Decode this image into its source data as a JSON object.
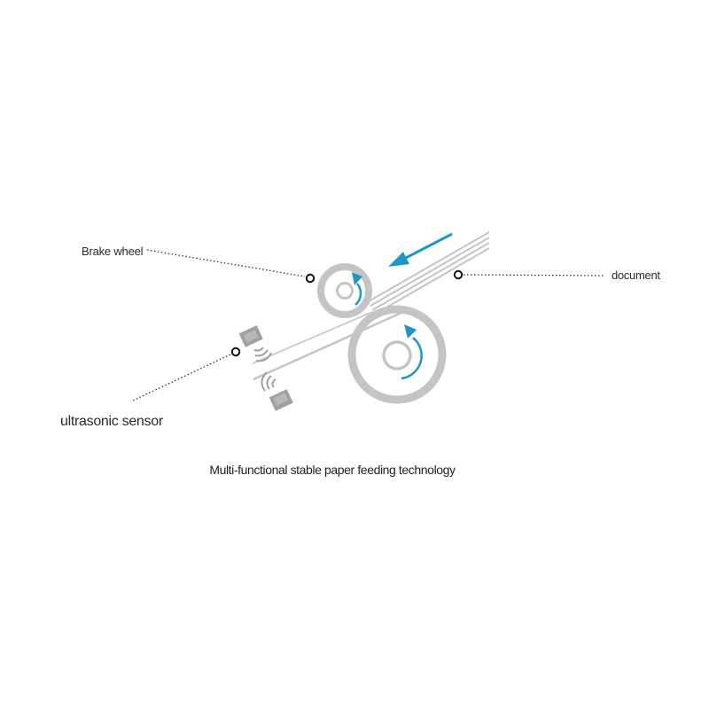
{
  "labels": {
    "brake_wheel": "Brake wheel",
    "document": "document",
    "ultrasonic_sensor": "ultrasonic sensor"
  },
  "caption": "Multi-functional stable paper feeding technology",
  "colors": {
    "roller_gray": "#c4c4c4",
    "arrow_blue": "#1f97c4",
    "leader_line": "#333333",
    "sensor_gray": "#9a9a9a"
  },
  "icons": {
    "marker": "ring-marker-icon",
    "rotation": "curved-arrow-icon",
    "feed_direction": "arrow-icon",
    "sensor": "ultrasonic-sensor-icon"
  }
}
